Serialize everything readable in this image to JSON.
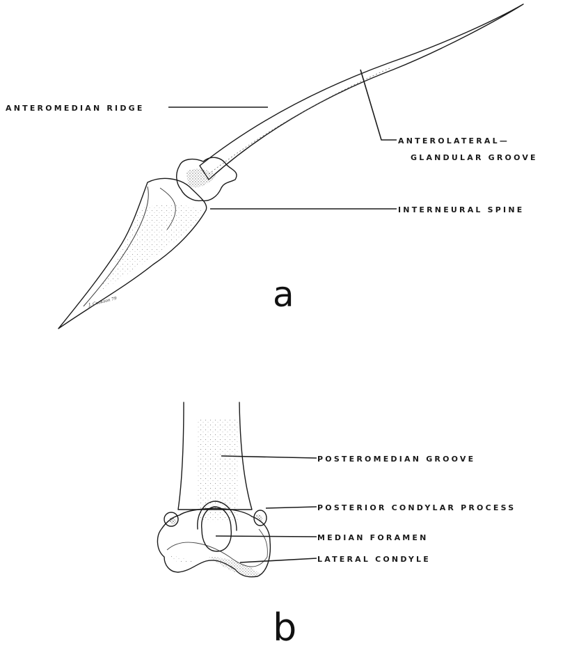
{
  "figure_a": {
    "labels": {
      "anteromedian_ridge": "ANTEROMEDIAN RIDGE",
      "anterolateral_line1": "ANTEROLATERAL—",
      "anterolateral_line2": "GLANDULAR GROOVE",
      "interneural_spine": "INTERNEURAL SPINE"
    },
    "panel_letter": "a",
    "signature": "J. Cookson 79"
  },
  "figure_b": {
    "labels": {
      "posteromedian_groove": "POSTEROMEDIAN GROOVE",
      "posterior_condylar_process": "POSTERIOR CONDYLAR PROCESS",
      "median_foramen": "MEDIAN FORAMEN",
      "lateral_condyle": "LATERAL CONDYLE"
    },
    "panel_letter": "b"
  }
}
